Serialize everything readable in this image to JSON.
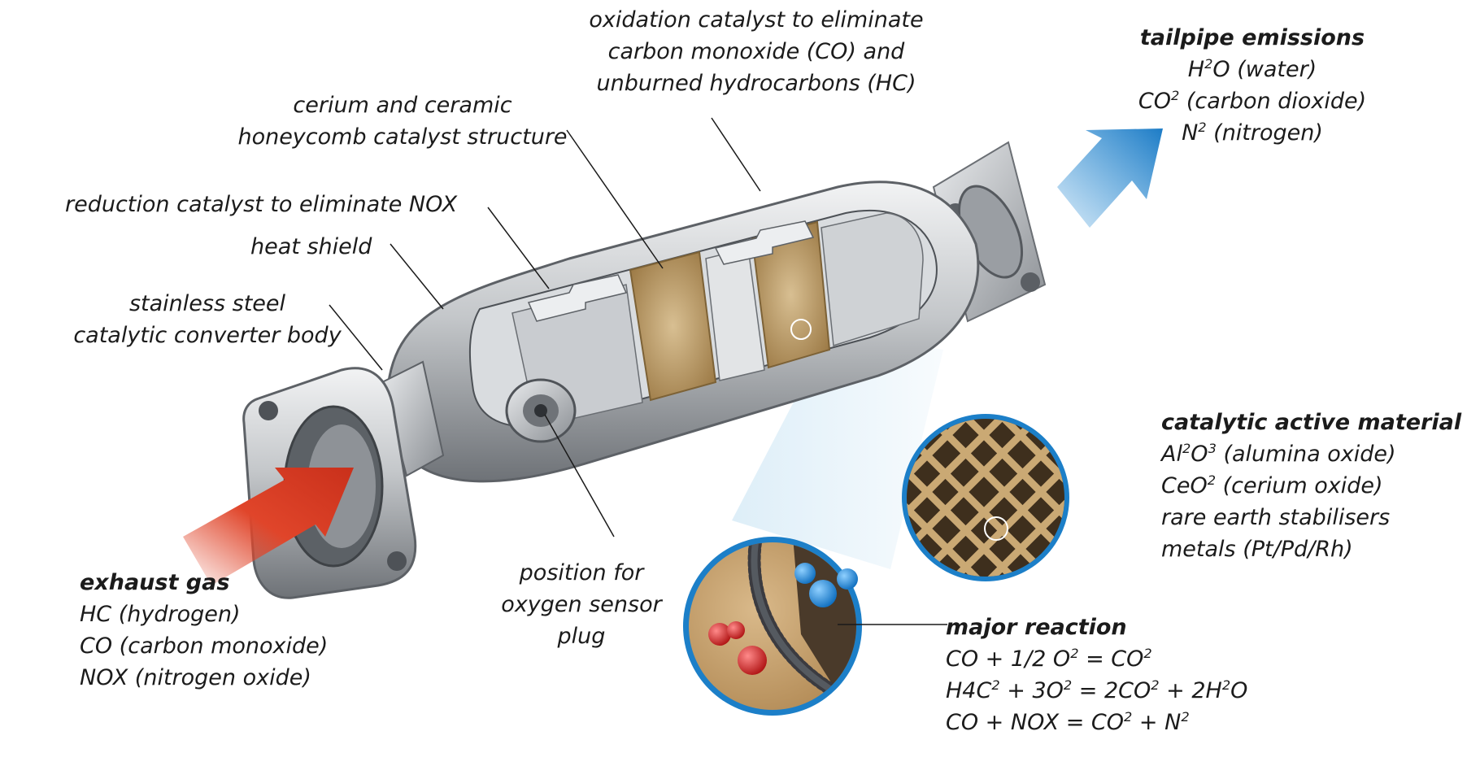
{
  "labels": {
    "oxidation": [
      "oxidation catalyst to eliminate",
      "carbon monoxide (CO) and",
      "unburned hydrocarbons (HC)"
    ],
    "cerium": [
      "cerium and ceramic",
      "honeycomb catalyst structure"
    ],
    "reduction": "reduction catalyst to eliminate NOX",
    "heat_shield": "heat shield",
    "body": [
      "stainless steel",
      "catalytic converter body"
    ],
    "sensor": [
      "position for",
      "oxygen sensor",
      "plug"
    ]
  },
  "tailpipe": {
    "title": "tailpipe emissions",
    "items": [
      {
        "a": "H",
        "s": "2",
        "b": "O (water)"
      },
      {
        "a": "CO",
        "s": "2",
        "b": " (carbon dioxide)"
      },
      {
        "a": "N",
        "s": "2",
        "b": " (nitrogen)"
      }
    ]
  },
  "exhaust": {
    "title": "exhaust gas",
    "items": [
      "HC (hydrogen)",
      "CO (carbon monoxide)",
      "NOX (nitrogen oxide)"
    ]
  },
  "active": {
    "title": "catalytic active material",
    "line1": {
      "a": "Al",
      "s1": "2",
      "b": "O",
      "s2": "3",
      "c": " (alumina oxide)"
    },
    "line2": {
      "a": "CeO",
      "s": "2",
      "b": " (cerium oxide)"
    },
    "line3": "rare earth stabilisers",
    "line4": "metals (Pt/Pd/Rh)"
  },
  "reaction": {
    "title": "major reaction",
    "r1": {
      "a": "CO + 1/2 O",
      "s1": "2",
      "b": " = CO",
      "s2": "2"
    },
    "r2": {
      "a": "H4C",
      "s1": "2",
      "b": " + 3O",
      "s2": "2",
      "c": " = 2CO",
      "s3": "2",
      "d": " + 2H",
      "s4": "2",
      "e": "O"
    },
    "r3": {
      "a": "CO + NOX = CO",
      "s1": "2",
      "b": " + N",
      "s2": "2"
    }
  },
  "colors": {
    "intake_arrow": "#e0452a",
    "exhaust_arrow": "#2d8fd6",
    "honeycomb": "#b8955e",
    "steel": "#b9bcc0",
    "molecule_blue": "#1f8fe0",
    "molecule_red": "#d42222"
  }
}
